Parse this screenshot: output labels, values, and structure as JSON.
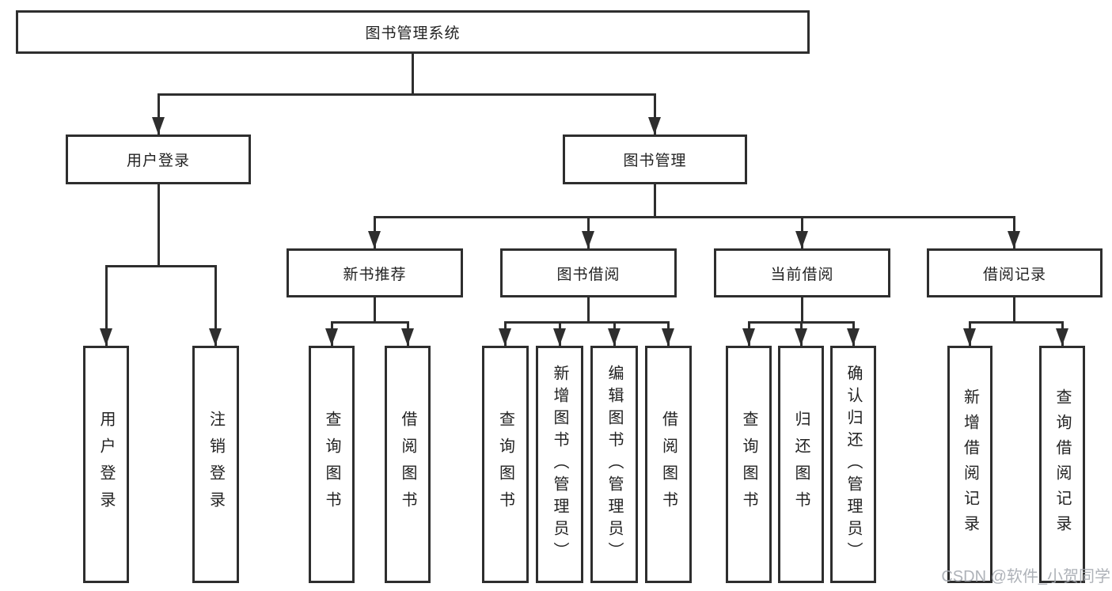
{
  "colors": {
    "line": "#2e2e2e",
    "box_border": "#2e2e2e",
    "text": "#222222",
    "watermark": "#a5aab0",
    "background": "#ffffff"
  },
  "diagram_type": "hierarchy-tree",
  "root": {
    "label": "图书管理系统"
  },
  "level2": {
    "user_login": {
      "label": "用户登录",
      "children": {
        "login": {
          "label": "用户登录"
        },
        "logout": {
          "label": "注销登录"
        }
      }
    },
    "book_mgmt": {
      "label": "图书管理",
      "children": {
        "new_book_rec": {
          "label": "新书推荐",
          "children": {
            "query": {
              "label": "查询图书"
            },
            "borrow": {
              "label": "借阅图书"
            }
          }
        },
        "book_borrow": {
          "label": "图书借阅",
          "children": {
            "query": {
              "label": "查询图书"
            },
            "add": {
              "label": "新增图书（管理员）"
            },
            "edit": {
              "label": "编辑图书（管理员）"
            },
            "borrow": {
              "label": "借阅图书"
            }
          }
        },
        "current_borrow": {
          "label": "当前借阅",
          "children": {
            "query": {
              "label": "查询图书"
            },
            "return": {
              "label": "归还图书"
            },
            "confirm_return": {
              "label": "确认归还（管理员）"
            }
          }
        },
        "borrow_records": {
          "label": "借阅记录",
          "children": {
            "add": {
              "label": "新增借阅记录"
            },
            "query": {
              "label": "查询借阅记录"
            }
          }
        }
      }
    }
  },
  "watermark": {
    "text": "CSDN @软件_小贺同学"
  }
}
